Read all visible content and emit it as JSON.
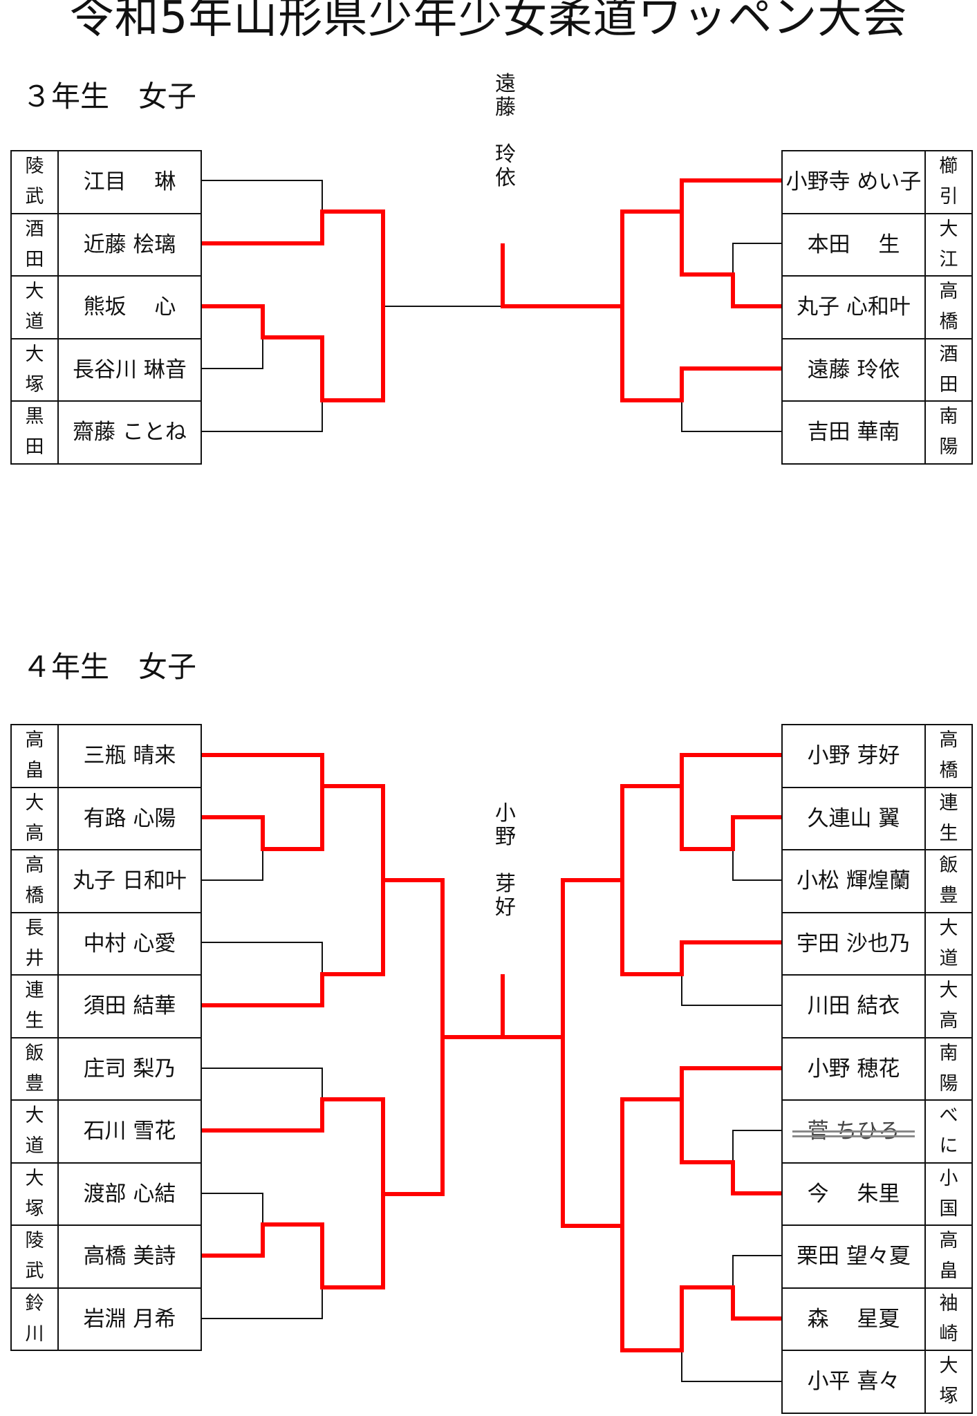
{
  "title": "令和5年山形県少年少女柔道ワッペン大会",
  "colors": {
    "win": "#ff0000",
    "line": "#111111"
  },
  "sections": [
    {
      "label": "３年生　女子",
      "winner": [
        "遠",
        "藤",
        "",
        "玲",
        "依"
      ],
      "left": [
        {
          "name": "江目　 琳",
          "school": "陵武"
        },
        {
          "name": "近藤 桧璃",
          "school": "酒田"
        },
        {
          "name": "熊坂　 心",
          "school": "大道"
        },
        {
          "name": "長谷川 琳音",
          "school": "大塚"
        },
        {
          "name": "齋藤 ことね",
          "school": "黒田"
        }
      ],
      "right": [
        {
          "name": "小野寺 めい子",
          "school": "櫛引"
        },
        {
          "name": "本田　 生",
          "school": "大江"
        },
        {
          "name": "丸子 心和叶",
          "school": "高橋"
        },
        {
          "name": "遠藤 玲依",
          "school": "酒田"
        },
        {
          "name": "吉田 華南",
          "school": "南陽"
        }
      ]
    },
    {
      "label": "４年生　女子",
      "winner": [
        "小",
        "野",
        "",
        "芽",
        "好"
      ],
      "left": [
        {
          "name": "三瓶 晴来",
          "school": "高畠"
        },
        {
          "name": "有路 心陽",
          "school": "大高"
        },
        {
          "name": "丸子 日和叶",
          "school": "高橋"
        },
        {
          "name": "中村 心愛",
          "school": "長井"
        },
        {
          "name": "須田 結華",
          "school": "連生"
        },
        {
          "name": "庄司 梨乃",
          "school": "飯豊"
        },
        {
          "name": "石川 雪花",
          "school": "大道"
        },
        {
          "name": "渡部 心結",
          "school": "大塚"
        },
        {
          "name": "高橋 美詩",
          "school": "陵武"
        },
        {
          "name": "岩淵 月希",
          "school": "鈴川"
        }
      ],
      "right": [
        {
          "name": "小野 芽好",
          "school": "高橋"
        },
        {
          "name": "久連山 翼",
          "school": "連生"
        },
        {
          "name": "小松 輝煌蘭",
          "school": "飯豊"
        },
        {
          "name": "宇田 沙也乃",
          "school": "大道"
        },
        {
          "name": "川田 結衣",
          "school": "大高"
        },
        {
          "name": "小野 穂花",
          "school": "南陽"
        },
        {
          "name": "菅 ちひろ",
          "school": "べに",
          "withdrawn": true
        },
        {
          "name": "今　 朱里",
          "school": "小国"
        },
        {
          "name": "栗田 望々夏",
          "school": "高畠"
        },
        {
          "name": "森　 星夏",
          "school": "袖崎"
        },
        {
          "name": "小平 喜々",
          "school": "大塚"
        }
      ]
    }
  ]
}
